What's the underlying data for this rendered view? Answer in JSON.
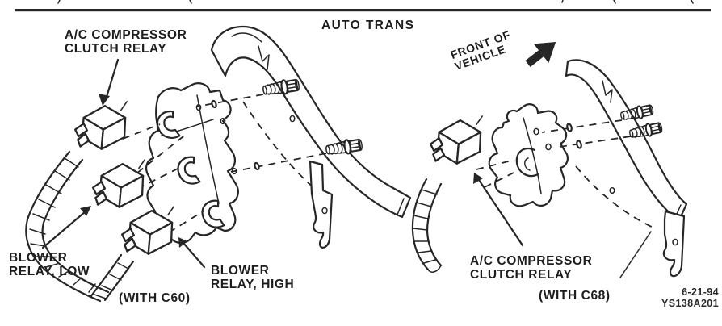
{
  "page": {
    "title": "AUTO TRANS",
    "background_color": "#ffffff",
    "ink_color": "#262626"
  },
  "left_diagram": {
    "caption": "(WITH C60)",
    "labels": {
      "ac_relay_line1": "A/C COMPRESSOR",
      "ac_relay_line2": "CLUTCH RELAY",
      "blower_low_line1": "BLOWER",
      "blower_low_line2": "RELAY, LOW",
      "blower_high_line1": "BLOWER",
      "blower_high_line2": "RELAY, HIGH"
    }
  },
  "right_diagram": {
    "caption": "(WITH C68)",
    "front_of_vehicle_line1": "FRONT OF",
    "front_of_vehicle_line2": "VEHICLE",
    "labels": {
      "ac_relay_line1": "A/C COMPRESSOR",
      "ac_relay_line2": "CLUTCH RELAY"
    }
  },
  "footer": {
    "date": "6-21-94",
    "figure_code": "YS138A201"
  },
  "icons": {
    "front_of_vehicle_arrow": "solid arrow pointing upper-right ➤",
    "bolt": "hex-head bolt with threads",
    "relay": "isometric relay cube",
    "harness": "corrugated wiring conduit"
  }
}
